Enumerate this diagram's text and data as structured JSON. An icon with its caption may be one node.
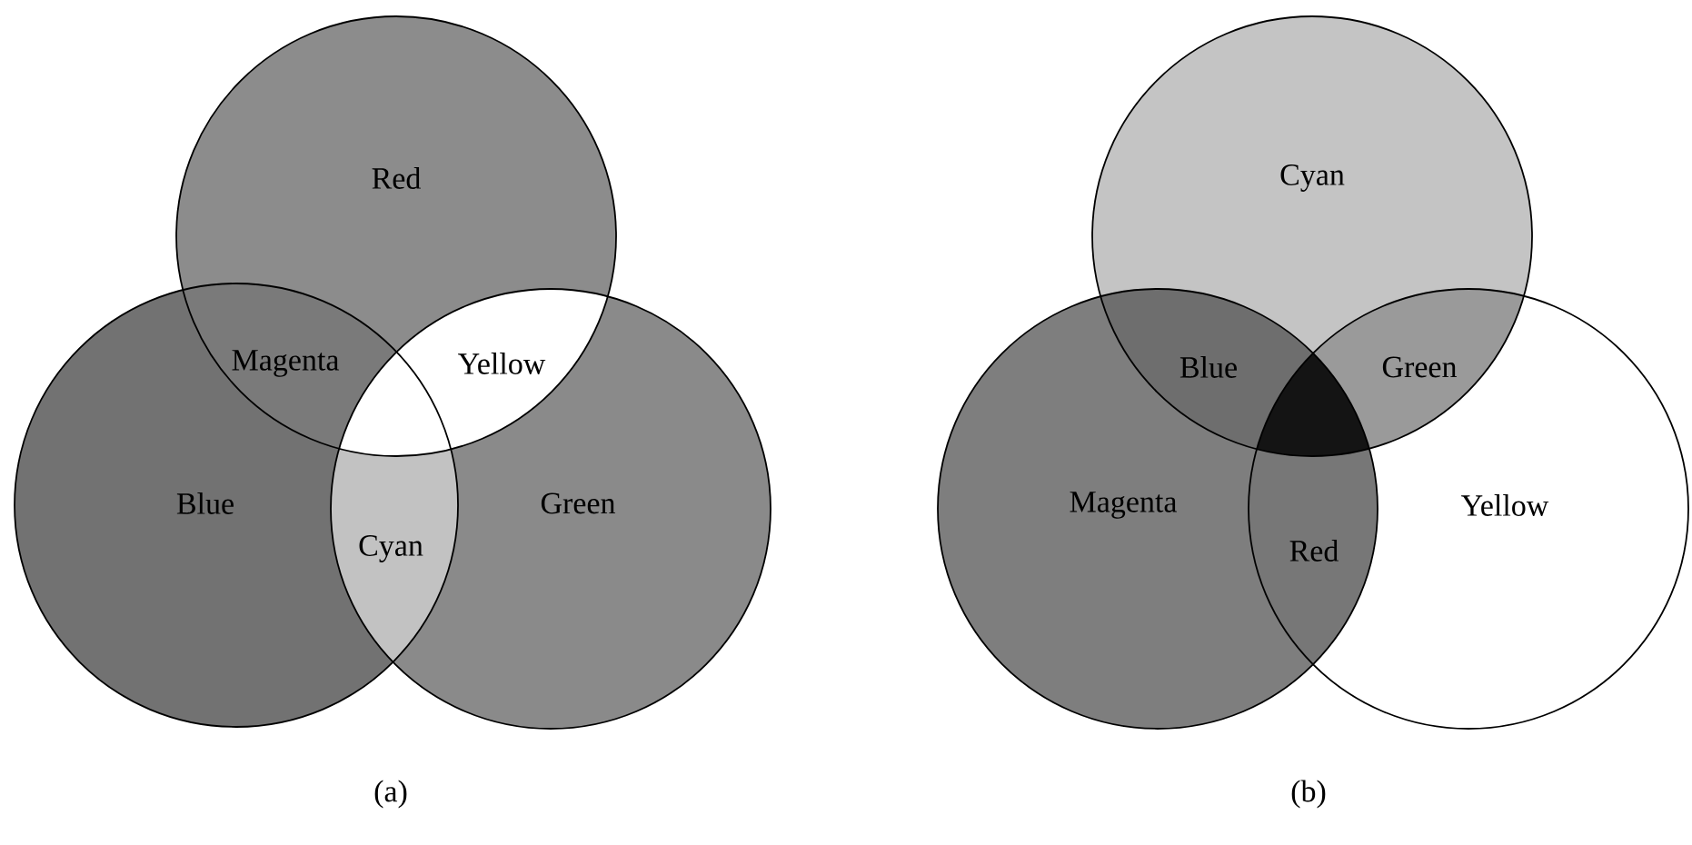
{
  "diagram": {
    "nodes": [
      {
        "text": [
          "Red"
        ]
      },
      {
        "text": [
          "Blue"
        ]
      },
      {
        "text": [
          "Green"
        ]
      },
      {
        "text": [
          "Cyan"
        ]
      },
      {
        "text": [
          "Magenta"
        ]
      },
      {
        "text": [
          "Yellow"
        ]
      }
    ],
    "labels": [
      "Magenta",
      "Yellow",
      "Blue",
      "Green",
      "Cyan",
      "Red",
      "(a)",
      "(b)"
    ]
  }
}
